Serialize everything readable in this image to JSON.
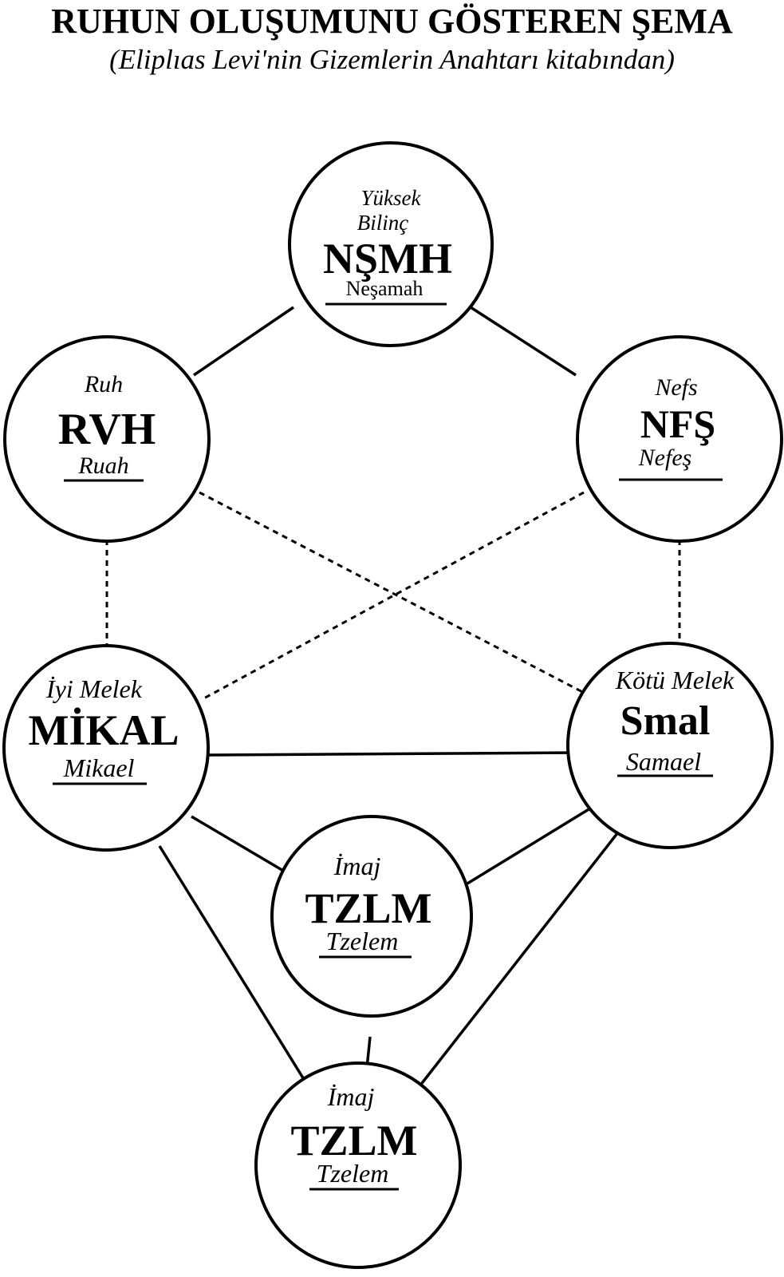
{
  "title": "RUHUN OLUŞUMUNU GÖSTEREN ŞEMA",
  "subtitle": "(Eliplıas Levi'nin Gizemlerin Anahtarı kitabından)",
  "nodes": {
    "neshamah": {
      "top1": "Yüksek",
      "top2": "Bilinç",
      "main": "NŞMH",
      "bottom": "Neşamah"
    },
    "ruah": {
      "top1": "Ruh",
      "main": "RVH",
      "bottom": "Ruah"
    },
    "nefesh": {
      "top1": "Nefs",
      "main": "NFŞ",
      "bottom": "Nefeş"
    },
    "mikael": {
      "top1": "İyi Melek",
      "main": "MİKAL",
      "bottom": "Mikael"
    },
    "samael": {
      "top1": "Kötü Melek",
      "main": "Smal",
      "bottom": "Samael"
    },
    "tzelem1": {
      "top1": "İmaj",
      "main": "TZLM",
      "bottom": "Tzelem"
    },
    "tzelem2": {
      "top1": "İmaj",
      "main": "TZLM",
      "bottom": "Tzelem"
    }
  }
}
